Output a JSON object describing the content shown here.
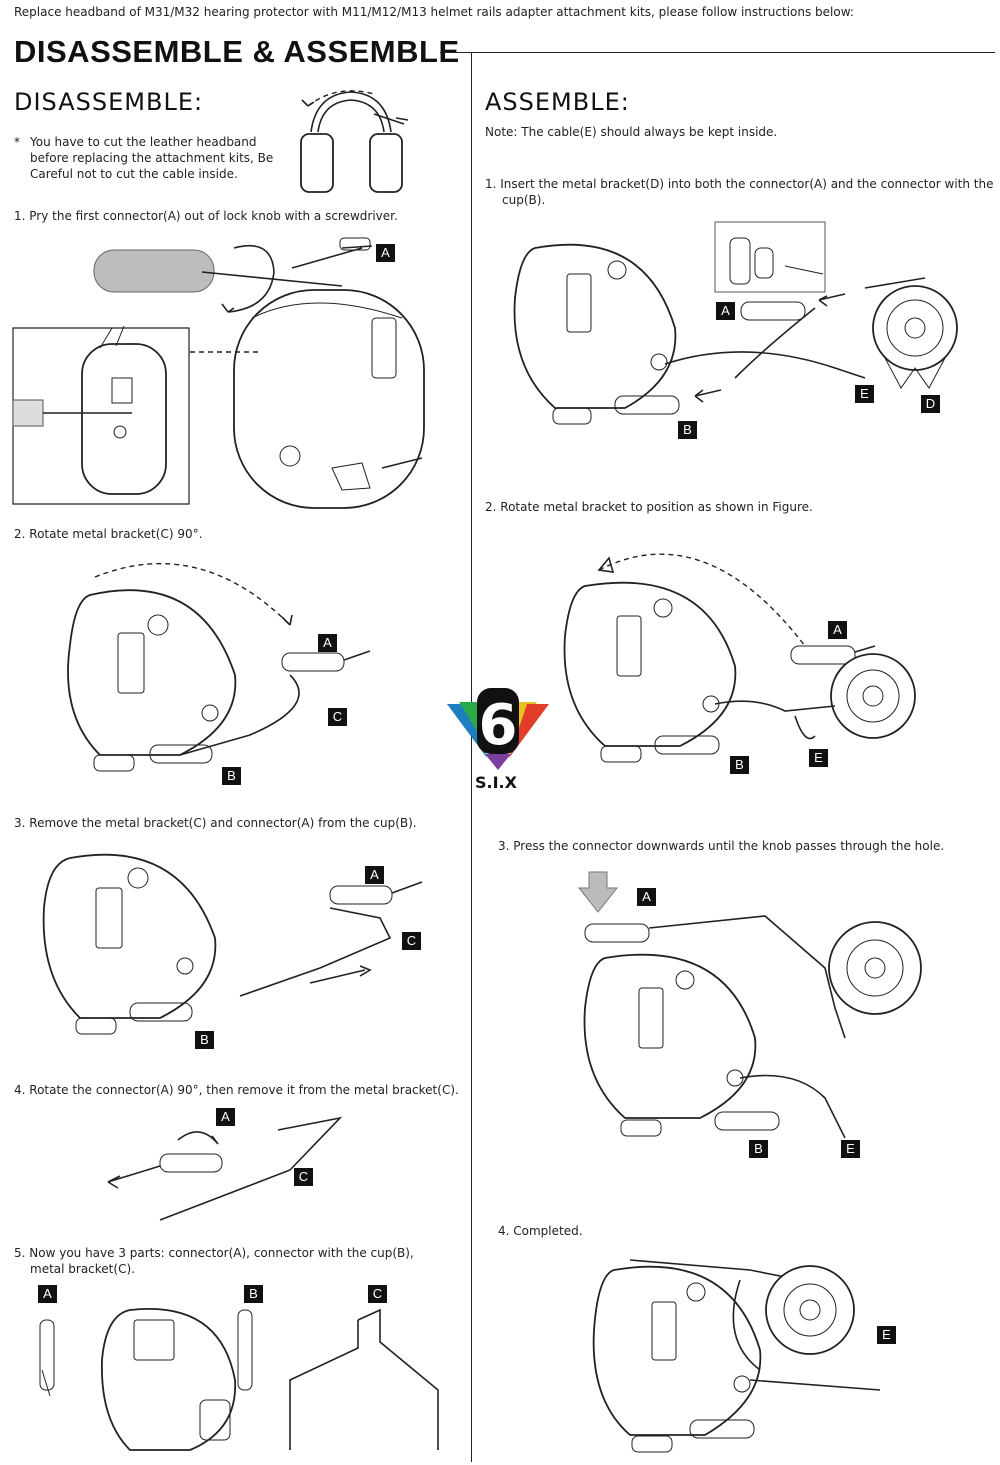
{
  "intro": "Replace headband of M31/M32 hearing protector with M11/M12/M13 helmet rails adapter attachment kits, please follow instructions below:",
  "title": "DISASSEMBLE & ASSEMBLE",
  "disassemble": {
    "heading": "DISASSEMBLE:",
    "note_bullet": "*",
    "note": [
      "You have to cut the leather headband",
      "before replacing the attachment kits, Be",
      "Careful not to cut the cable inside."
    ],
    "steps": [
      "1.  Pry the first connector(A) out of lock knob with a screwdriver.",
      "2.  Rotate metal bracket(C) 90°.",
      "3.  Remove the metal bracket(C) and connector(A) from the cup(B).",
      "4.  Rotate the connector(A) 90°, then remove it from the metal bracket(C).",
      "5.  Now you have 3 parts: connector(A), connector with the cup(B),"
    ],
    "step5_line2": "metal bracket(C)."
  },
  "assemble": {
    "heading": "ASSEMBLE:",
    "note": "Note: The cable(E) should always be kept inside.",
    "step1": "1.  Insert the metal bracket(D) into both the connector(A) and the connector with the",
    "step1_line2": "cup(B).",
    "step2": "2.  Rotate metal bracket to position as shown in Figure.",
    "step3": "3.  Press the connector downwards until the knob passes through the hole.",
    "step4": "4.  Completed."
  },
  "labels": {
    "a": "A",
    "b": "B",
    "c": "C",
    "d": "D",
    "e": "E"
  },
  "logo": {
    "text": "S.I.X",
    "glyph": "6",
    "colors": [
      "#1e7fc0",
      "#2aa84a",
      "#e8c21e",
      "#e23c2a",
      "#7b3fa0"
    ]
  }
}
